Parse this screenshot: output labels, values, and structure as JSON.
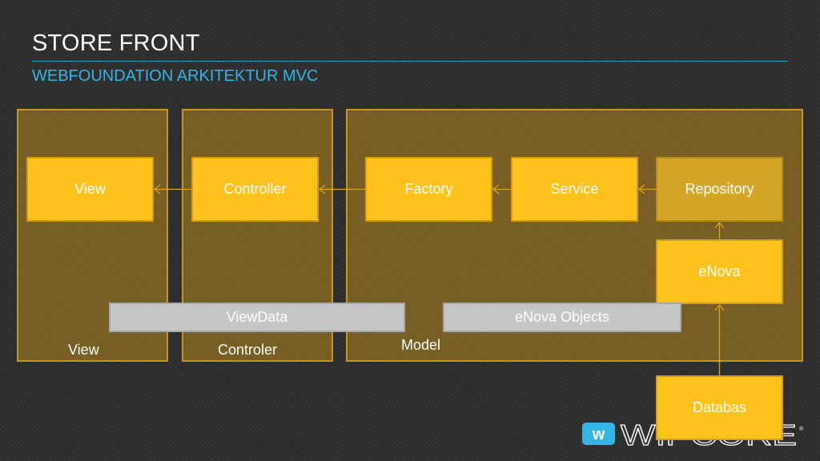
{
  "header": {
    "title": "STORE FRONT",
    "subtitle": "WEBFOUNDATION ARKITEKTUR MVC"
  },
  "colors": {
    "accent_blue": "#33b5e5",
    "panel_fill": "#a57d1e",
    "component_yellow": "#ffc21c",
    "databar_gray": "#c6c6c6"
  },
  "diagram": {
    "panels": [
      {
        "id": "view",
        "label": "View"
      },
      {
        "id": "controler",
        "label": "Controler"
      },
      {
        "id": "model",
        "label": "Model"
      }
    ],
    "components": [
      {
        "id": "view",
        "label": "View"
      },
      {
        "id": "controller",
        "label": "Controller"
      },
      {
        "id": "factory",
        "label": "Factory"
      },
      {
        "id": "service",
        "label": "Service"
      },
      {
        "id": "repository",
        "label": "Repository"
      },
      {
        "id": "enova",
        "label": "eNova"
      },
      {
        "id": "databas",
        "label": "Databas"
      }
    ],
    "data_bars": [
      {
        "id": "viewdata",
        "label": "ViewData"
      },
      {
        "id": "enova-objects",
        "label": "eNova Objects"
      }
    ],
    "flows": [
      {
        "from": "controller",
        "to": "view"
      },
      {
        "from": "factory",
        "to": "controller"
      },
      {
        "from": "service",
        "to": "factory"
      },
      {
        "from": "repository",
        "to": "service"
      },
      {
        "from": "enova",
        "to": "repository"
      },
      {
        "from": "databas",
        "to": "enova"
      }
    ]
  },
  "logo": {
    "badge_letter": "w",
    "wordmark": "WIPCORE",
    "registered": "®",
    "icon": "wipcore-logo-icon"
  }
}
